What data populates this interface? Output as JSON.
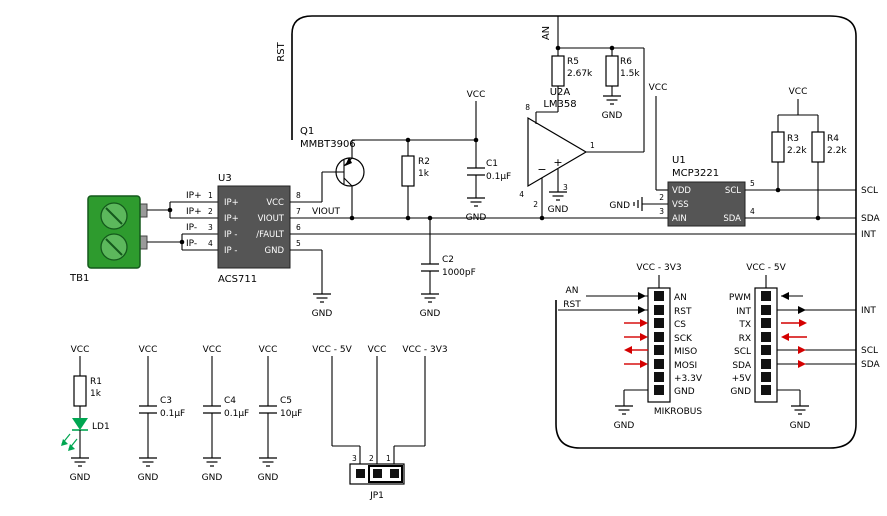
{
  "nets": {
    "vcc": "VCC",
    "gnd": "GND",
    "vcc3": "VCC - 3V3",
    "vcc5": "VCC - 5V",
    "an": "AN",
    "rst": "RST",
    "scl": "SCL",
    "sda": "SDA",
    "int": "INT",
    "viout": "VIOUT"
  },
  "tb1": {
    "ref": "TB1"
  },
  "u3": {
    "ref": "U3",
    "part": "ACS711",
    "left_names": [
      "IP+",
      "IP+",
      "IP-",
      "IP-"
    ],
    "left_nums": [
      "1",
      "2",
      "3",
      "4"
    ],
    "right_nums": [
      "8",
      "7",
      "6",
      "5"
    ],
    "inner_left": [
      "IP+",
      "IP+",
      "IP -",
      "IP -"
    ],
    "inner_right": [
      "VCC",
      "VIOUT",
      "/FAULT",
      "GND"
    ]
  },
  "q1": {
    "ref": "Q1",
    "part": "MMBT3906"
  },
  "u2": {
    "ref": "U2A",
    "part": "LM358",
    "p1": "1",
    "p2": "2",
    "p3": "3",
    "p4": "4",
    "p8": "8",
    "minus": "−",
    "plus": "+"
  },
  "u1": {
    "ref": "U1",
    "part": "MCP3221",
    "vdd": "VDD",
    "vss": "VSS",
    "ain": "AIN",
    "scl": "SCL",
    "sda": "SDA",
    "p2": "2",
    "p3": "3",
    "p4": "4",
    "p5": "5"
  },
  "r1": {
    "ref": "R1",
    "val": "1k"
  },
  "r2": {
    "ref": "R2",
    "val": "1k"
  },
  "r3": {
    "ref": "R3",
    "val": "2.2k"
  },
  "r4": {
    "ref": "R4",
    "val": "2.2k"
  },
  "r5": {
    "ref": "R5",
    "val": "2.67k"
  },
  "r6": {
    "ref": "R6",
    "val": "1.5k"
  },
  "c1": {
    "ref": "C1",
    "val": "0.1µF"
  },
  "c2": {
    "ref": "C2",
    "val": "1000pF"
  },
  "c3": {
    "ref": "C3",
    "val": "0.1µF"
  },
  "c4": {
    "ref": "C4",
    "val": "0.1µF"
  },
  "c5": {
    "ref": "C5",
    "val": "10µF"
  },
  "ld1": {
    "ref": "LD1"
  },
  "jp1": {
    "ref": "JP1",
    "n1": "1",
    "n2": "2",
    "n3": "3"
  },
  "mb": {
    "title": "MIKROBUS",
    "left": [
      "AN",
      "RST",
      "CS",
      "SCK",
      "MISO",
      "MOSI",
      "+3.3V",
      "GND"
    ],
    "right": [
      "PWM",
      "INT",
      "TX",
      "RX",
      "SCL",
      "SDA",
      "+5V",
      "GND"
    ]
  },
  "colors": {
    "ic": "#555555",
    "tb_body": "#2e9b2e",
    "tb_screw": "#5cb85c",
    "led": "#00a651",
    "red": "#d40000",
    "pad": "#111111"
  }
}
